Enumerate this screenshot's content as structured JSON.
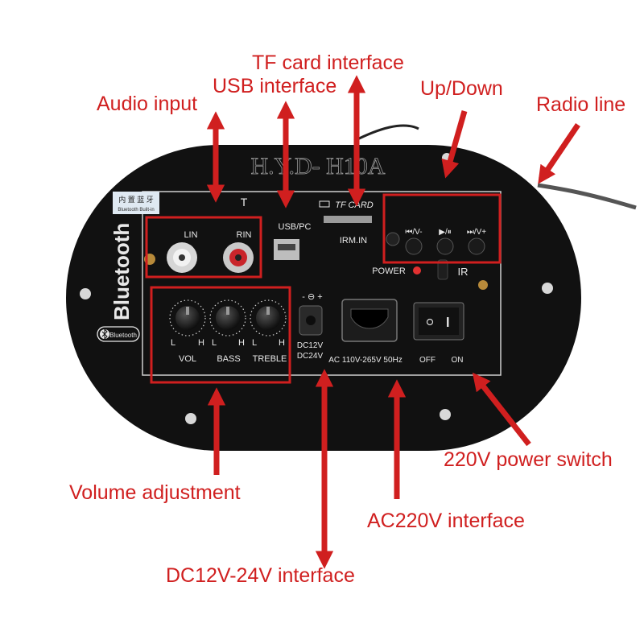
{
  "colors": {
    "annotation": "#d01f1f",
    "board": "#111111",
    "panel_line": "#cfcfcf",
    "label": "#e8e8e8"
  },
  "board": {
    "model": "H.Y.D- H10A",
    "brand_vertical": "Bluetooth",
    "brand_logo": "Bluetooth",
    "sticker_top": "内 置 蓝 牙",
    "sticker_bottom": "Bluetooth Built-in",
    "antenna_mark": "T",
    "labels": {
      "lin": "LIN",
      "rin": "RIN",
      "usb_pc": "USB/PC",
      "tf_card": "TF CARD",
      "irm_in": "IRM.IN",
      "prev": "⏮/V-",
      "play": "▶/⏸",
      "next": "⏭/V+",
      "power": "POWER",
      "ir": "IR",
      "dc_polarity": "- ⊖ +",
      "dc12v": "DC12V",
      "dc24v": "DC24V",
      "ac_range": "AC 110V-265V 50Hz",
      "off": "OFF",
      "on": "ON",
      "l1": "L",
      "h1": "H",
      "l2": "L",
      "h2": "H",
      "l3": "L",
      "h3": "H",
      "vol": "VOL",
      "bass": "BASS",
      "treble": "TREBLE"
    }
  },
  "annotations": {
    "tf_card_interface": "TF card interface",
    "usb_interface": "USB interface",
    "audio_input": "Audio input",
    "up_down": "Up/Down",
    "radio_line": "Radio line",
    "power_switch_220v": "220V power switch",
    "volume_adjustment": "Volume adjustment",
    "ac220v_interface": "AC220V interface",
    "dc_interface": "DC12V-24V interface"
  }
}
